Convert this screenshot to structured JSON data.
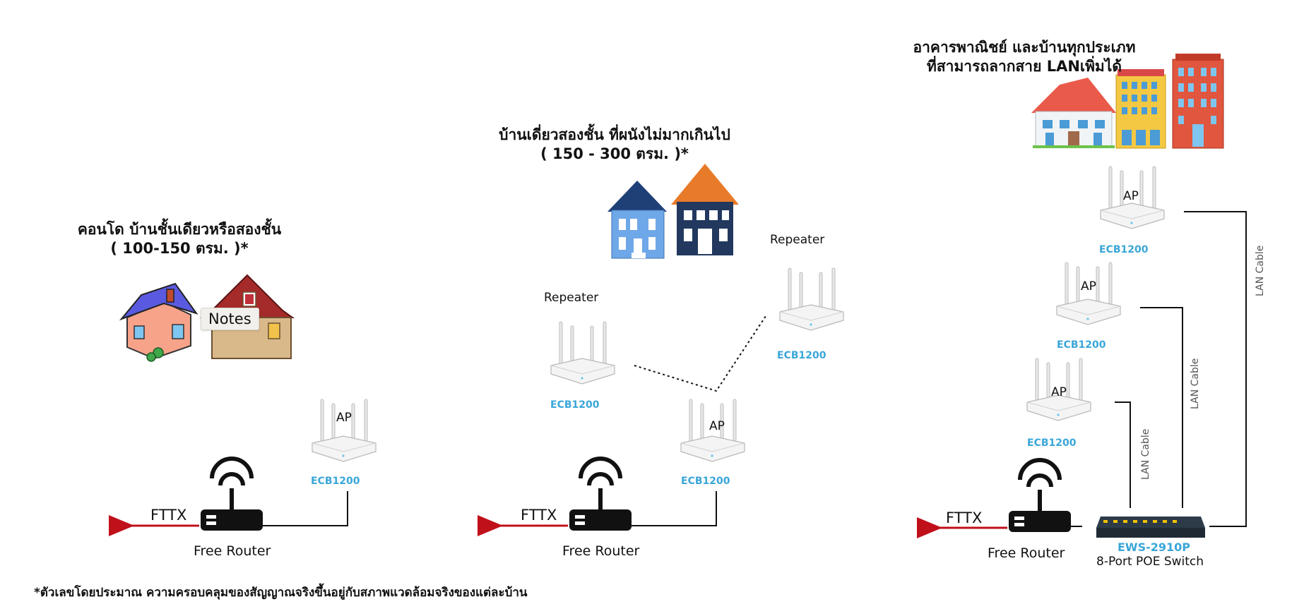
{
  "scenarios": {
    "condo": {
      "title_line1": "คอนโด บ้านชั้นเดียวหรือสองชั้น",
      "title_line2": "( 100-150 ตรม. )*"
    },
    "two_storey": {
      "title_line1": "บ้านเดี่ยวสองชั้น ที่ผนังไม่มากเกินไป",
      "title_line2": "( 150 - 300 ตรม. )*"
    },
    "commercial": {
      "title_line1": "อาคารพาณิชย์ และบ้านทุกประเภท",
      "title_line2": "ที่สามารถลากสาย LANเพิ่มได้"
    }
  },
  "notes_tag": "Notes",
  "labels": {
    "ap": "AP",
    "repeater": "Repeater",
    "device": "ECB1200",
    "router": "Free Router",
    "fttx": "FTTX",
    "lan_cable": "LAN Cable",
    "switch_name": "EWS-2910P",
    "switch_desc": "8-Port POE Switch"
  },
  "footnote": "*ตัวเลขโดยประมาณ ความครอบคลุมของสัญญาณจริงขึ้นอยู่กับสภาพแวดล้อมจริงของแต่ละบ้าน",
  "colors": {
    "device_label": "#3aa6d8",
    "arrow": "#c0101a",
    "house_blue": "#6fa8e8",
    "house_navy": "#22385e",
    "roof_orange": "#e87b2a"
  }
}
